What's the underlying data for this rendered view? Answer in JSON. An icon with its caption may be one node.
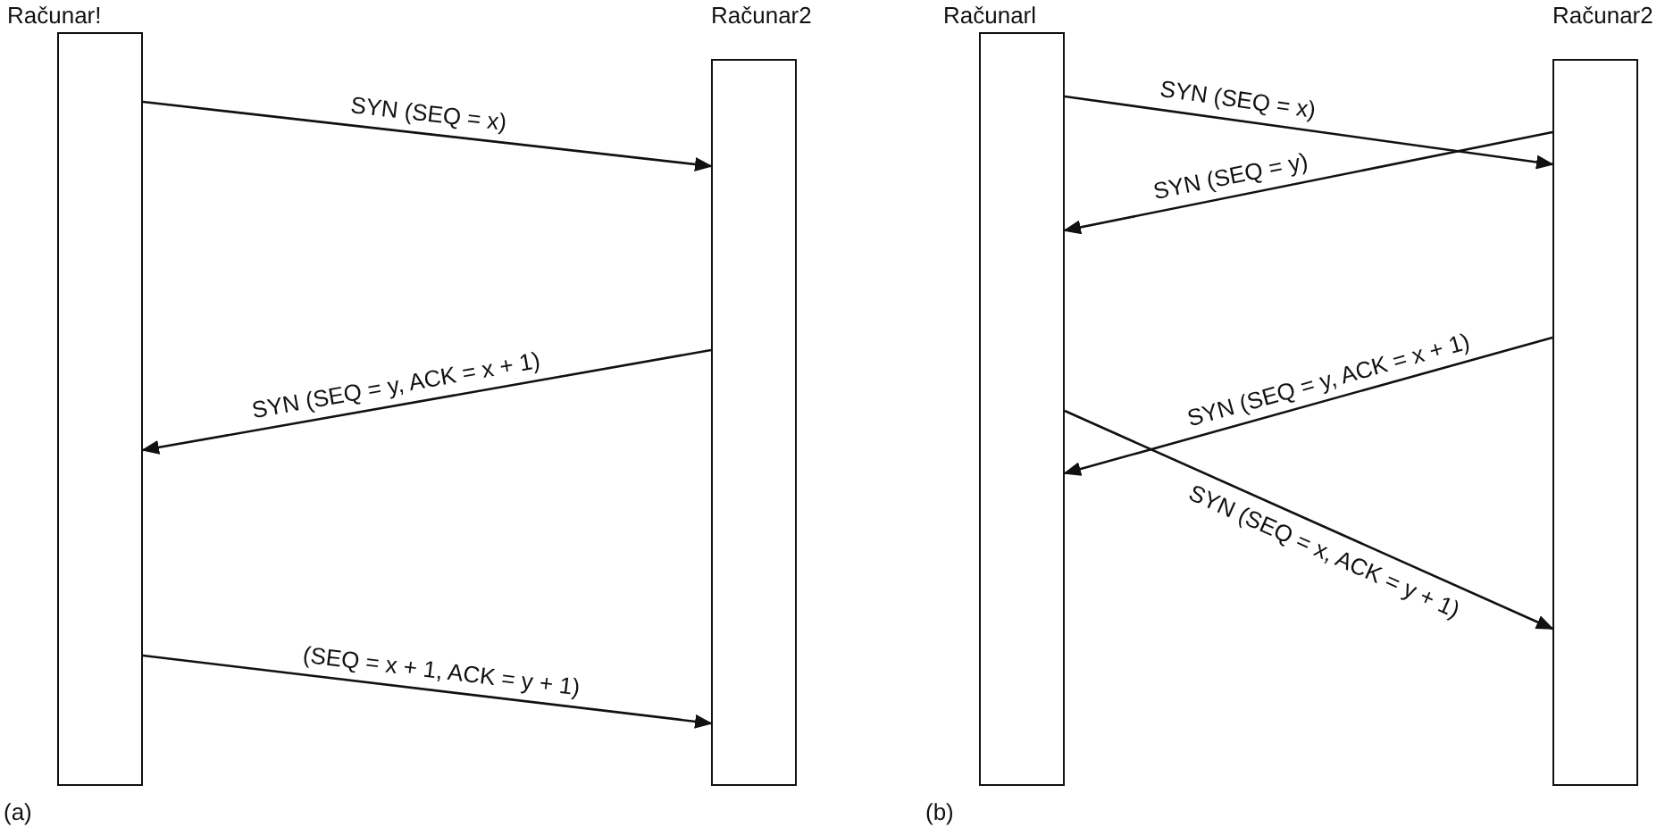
{
  "diagram": {
    "nodes": [
      {
        "text": [
          "Računar!"
        ]
      },
      {
        "text": [
          "Računar2"
        ]
      },
      {
        "text": [
          "Računarl"
        ]
      },
      {
        "text": [
          "Računar2"
        ]
      }
    ],
    "edges": [
      {
        "from": 0,
        "to": 1,
        "arrow": "to",
        "label": "SYN (SEQ = x)"
      },
      {
        "from": 1,
        "to": 0,
        "arrow": "to",
        "label": "SYN (SEQ = y, ACK = x + 1)"
      },
      {
        "from": 0,
        "to": 1,
        "arrow": "to",
        "label": "(SEQ = x + 1, ACK = y + 1)"
      },
      {
        "from": 2,
        "to": 3,
        "arrow": "to",
        "label": "SYN (SEQ = x)"
      },
      {
        "from": 3,
        "to": 2,
        "arrow": "to",
        "label": "SYN (SEQ = y)"
      },
      {
        "from": 3,
        "to": 2,
        "arrow": "to",
        "label": "SYN (SEQ = y, ACK = x + 1)"
      },
      {
        "from": 2,
        "to": 3,
        "arrow": "to",
        "label": "SYN (SEQ = x, ACK = y + 1)"
      }
    ],
    "labels": [
      "(a)",
      "(b)"
    ]
  }
}
